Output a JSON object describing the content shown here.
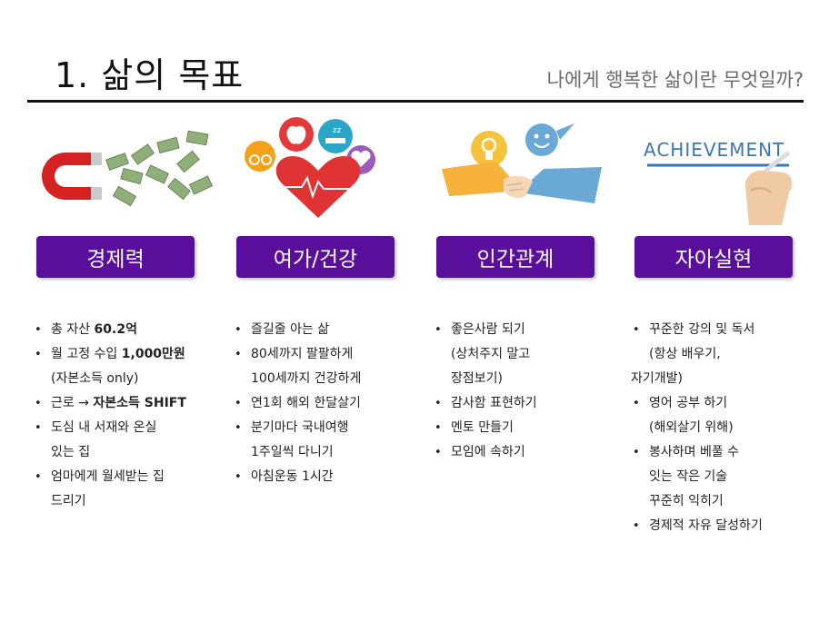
{
  "header": {
    "title": "1. 삶의 목표",
    "subtitle": "나에게 행복한 삶이란 무엇일까?"
  },
  "columns": [
    {
      "badge": "경제력",
      "image_icon": "magnet-money-icon",
      "items": [
        {
          "text": "총 자산 ",
          "bold": "60.2억"
        },
        {
          "text": "월 고정 수입 ",
          "bold": "1,000만원"
        },
        {
          "cont": "(자본소득 only)"
        },
        {
          "text": "근로 → ",
          "bold": "자본소득 SHIFT"
        },
        {
          "text": "도심 내 서재와 온실"
        },
        {
          "cont": "있는 집"
        },
        {
          "text": "엄마에게 월세받는 집"
        },
        {
          "cont": "드리기"
        }
      ]
    },
    {
      "badge": "여가/건강",
      "image_icon": "heart-health-icons",
      "items": [
        {
          "text": "즐길줄 아는 삶"
        },
        {
          "text": "80세까지 팔팔하게"
        },
        {
          "cont": "100세까지 건강하게"
        },
        {
          "text": "연1회 해외 한달살기"
        },
        {
          "text": "분기마다 국내여행"
        },
        {
          "cont": "1주일씩 다니기"
        },
        {
          "text": "아침운동 1시간"
        }
      ]
    },
    {
      "badge": "인간관계",
      "image_icon": "handshake-icon",
      "items": [
        {
          "text": "좋은사람 되기"
        },
        {
          "cont": "(상처주지 말고"
        },
        {
          "cont": "장점보기)"
        },
        {
          "text": "감사함 표현하기"
        },
        {
          "text": "멘토 만들기"
        },
        {
          "text": "모임에 속하기"
        }
      ]
    },
    {
      "badge": "자아실현",
      "image_icon": "achievement-icon",
      "image_text": "ACHIEVEMENT",
      "items": [
        {
          "text": "꾸준한 강의 및 독서"
        },
        {
          "cont": "(항상 배우기,"
        },
        {
          "cont2": "자기개발)"
        },
        {
          "text": "영어 공부 하기"
        },
        {
          "cont": "(해외살기 위해)"
        },
        {
          "text": "봉사하며 베풀 수"
        },
        {
          "cont": "잇는 작은 기술"
        },
        {
          "cont": "꾸준히 익히기"
        },
        {
          "text": "경제적 자유 달성하기"
        }
      ]
    }
  ],
  "colors": {
    "badge": "#5a0f9c",
    "rule": "#111111"
  }
}
